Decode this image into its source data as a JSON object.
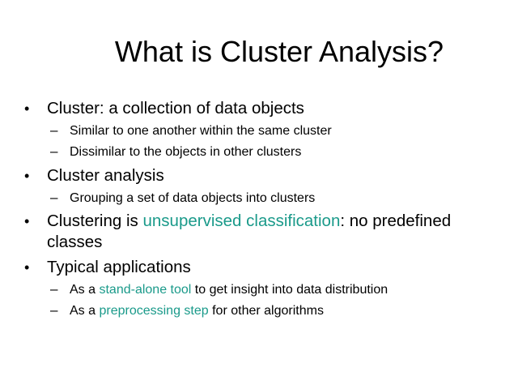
{
  "title": "What is Cluster Analysis?",
  "accent_color": "#1a9a8a",
  "bullets": [
    {
      "text": "Cluster: a collection of data objects",
      "sub": [
        "Similar to one another within the same cluster",
        "Dissimilar to the objects in other clusters"
      ]
    },
    {
      "text": "Cluster analysis",
      "sub": [
        "Grouping a set of data objects into clusters"
      ]
    },
    {
      "pre": "Clustering is ",
      "highlight": "unsupervised classification",
      "post": ": no predefined",
      "cont": "classes"
    },
    {
      "text": "Typical applications",
      "sub": [
        {
          "pre": "As a ",
          "highlight": "stand-alone tool",
          "post": " to get insight into data distribution"
        },
        {
          "pre": "As a ",
          "highlight": "preprocessing step",
          "post": " for other algorithms"
        }
      ]
    }
  ],
  "bullet_glyph": "•",
  "dash_glyph": "–"
}
